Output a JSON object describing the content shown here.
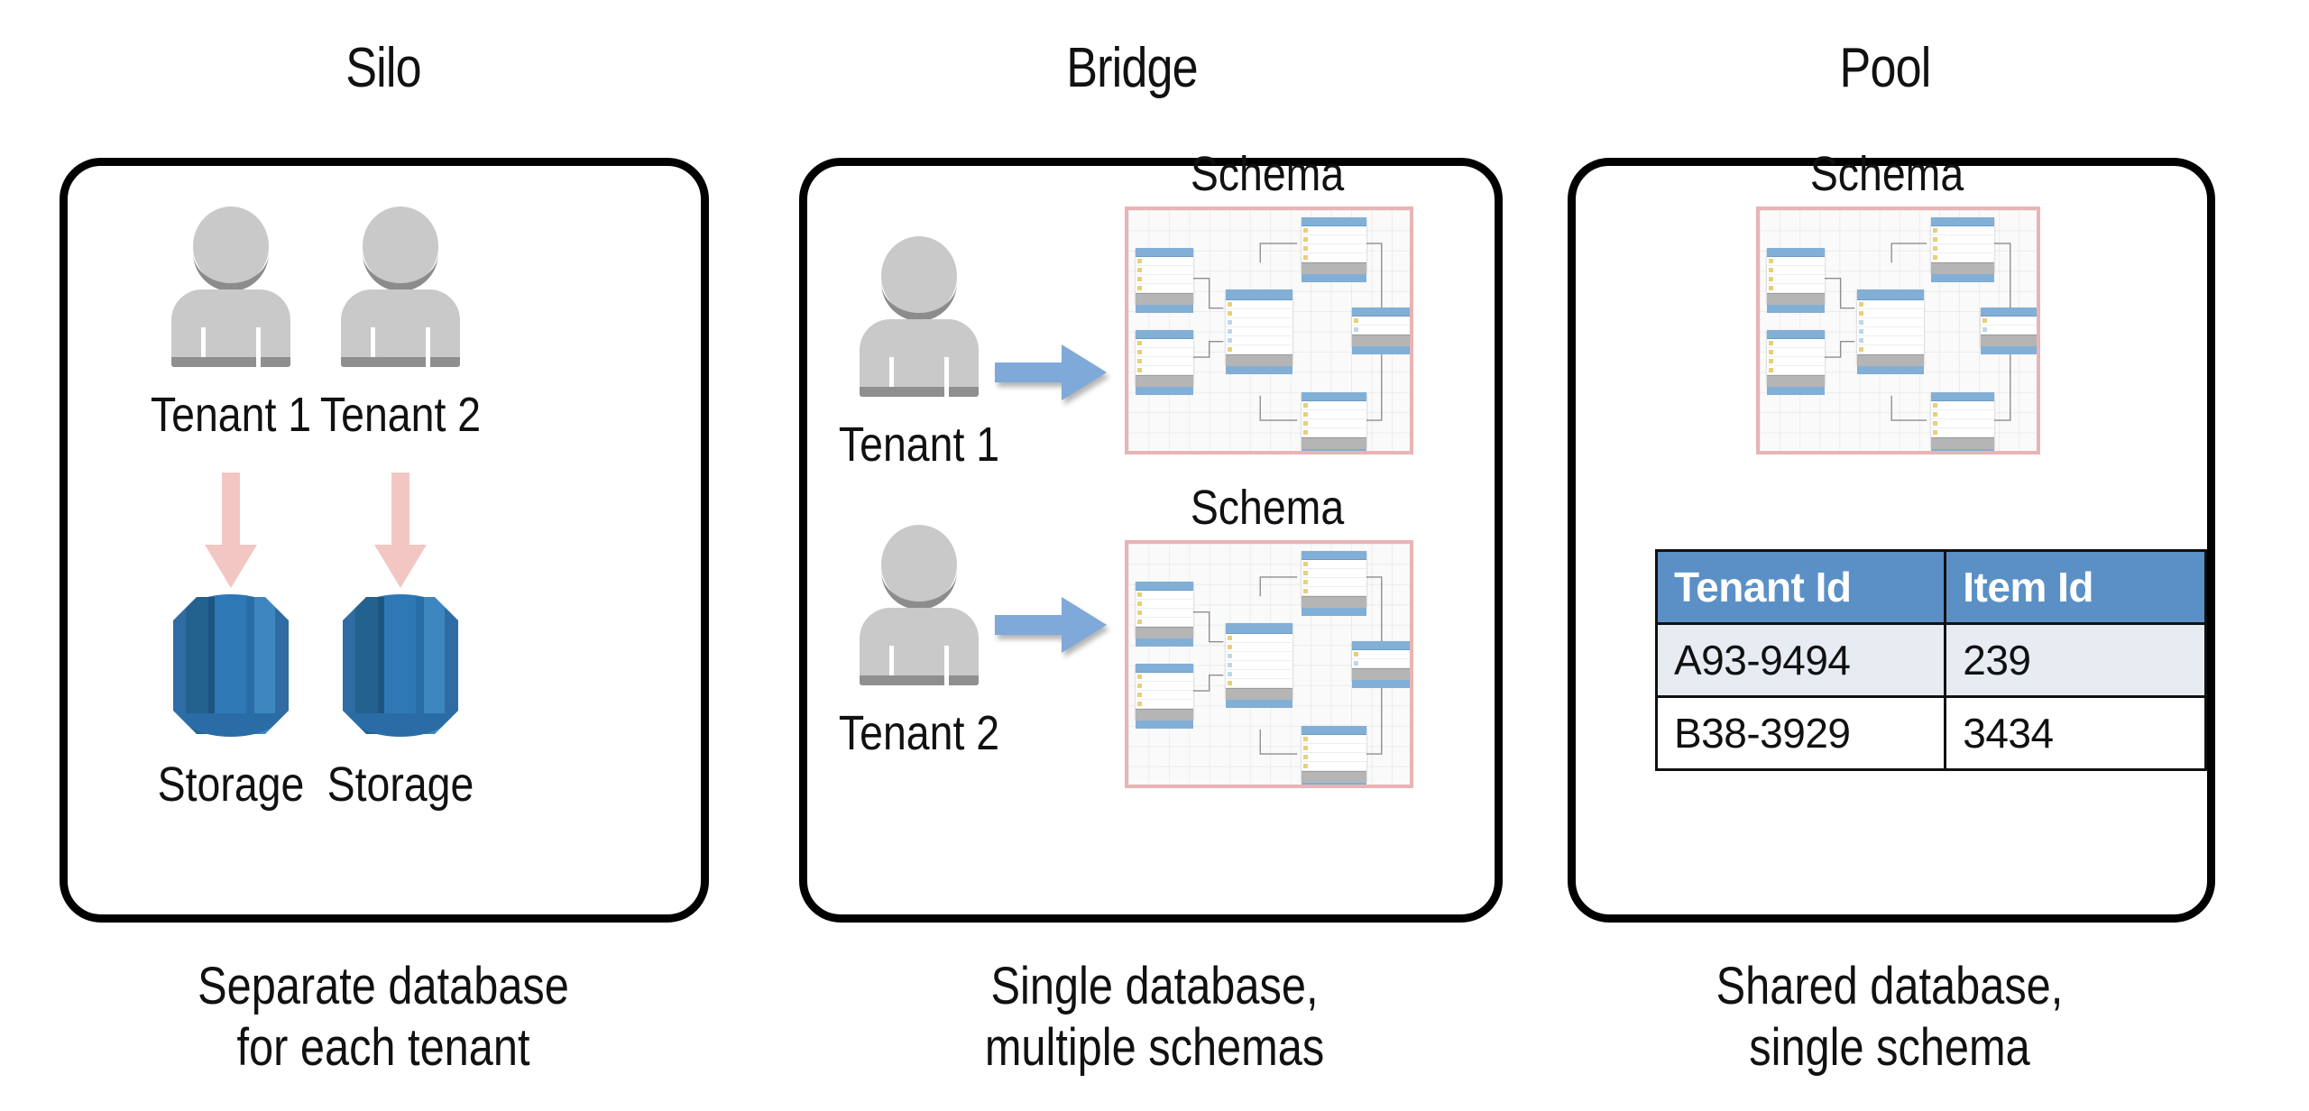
{
  "columns": [
    {
      "key": "silo",
      "title": "Silo",
      "caption_lines": [
        "Separate database",
        "for each tenant"
      ],
      "tenants": [
        {
          "label": "Tenant 1",
          "storage_label": "Storage",
          "arrow": "arrow-down-pink"
        },
        {
          "label": "Tenant 2",
          "storage_label": "Storage",
          "arrow": "arrow-down-pink"
        }
      ]
    },
    {
      "key": "bridge",
      "title": "Bridge",
      "caption_lines": [
        "Single database,",
        "multiple schemas"
      ],
      "tenants": [
        {
          "label": "Tenant 1",
          "schema_title": "Schema",
          "arrow": "arrow-right-blue"
        },
        {
          "label": "Tenant 2",
          "schema_title": "Schema",
          "arrow": "arrow-right-blue"
        }
      ]
    },
    {
      "key": "pool",
      "title": "Pool",
      "caption_lines": [
        "Shared database,",
        "single schema"
      ],
      "schema_title": "Schema",
      "table": {
        "headers": [
          "Tenant Id",
          "Item Id"
        ],
        "rows": [
          [
            "A93-9494",
            "239"
          ],
          [
            "B38-3929",
            "3434"
          ]
        ]
      }
    }
  ],
  "colors": {
    "panel_border": "#000000",
    "arrow_pink": "#f2c7c3",
    "arrow_blue": "#7ea9d8",
    "storage_blue": "#2e78b6",
    "storage_blue_dark": "#23618f",
    "person_gray": "#c9c9c9",
    "schema_border_pink": "#e8b4b4",
    "table_header_blue": "#5b90c6",
    "table_alt_row": "#e7ecf3",
    "erd_table_header": "#82afd6"
  },
  "icons": {
    "person": "person-icon",
    "storage": "database-storage-icon",
    "arrow_down": "arrow-down-icon",
    "arrow_right": "arrow-right-icon",
    "schema": "erd-schema-icon"
  }
}
